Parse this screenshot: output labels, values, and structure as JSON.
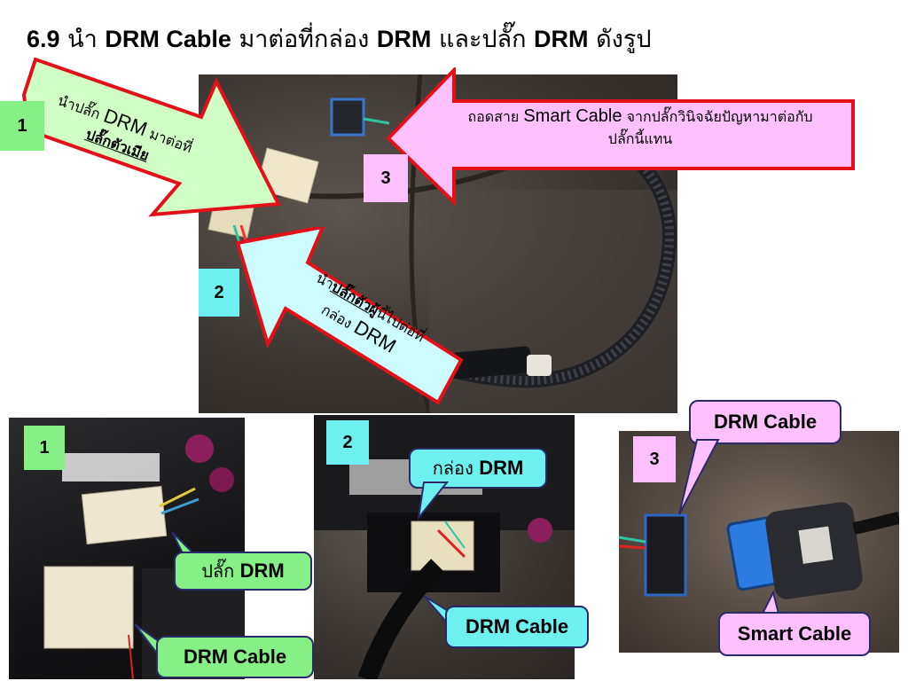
{
  "title": {
    "number": "6.9",
    "w1": "นำ",
    "drm_cable": "DRM Cable",
    "w2": "มาต่อที่กล่อง",
    "drm1": "DRM",
    "w3": "และปลั๊ก",
    "drm2": "DRM",
    "w4": "ดังรูป"
  },
  "main_photo": {
    "step1": {
      "number": "1",
      "line1_pre": "นำปลั๊ก",
      "line1_big": "DRM",
      "line1_post": "มาต่อที่",
      "line2": "ปลั๊กตัวเมีย"
    },
    "step2": {
      "number": "2",
      "line1_pre": "นำ",
      "line1_u": "ปลั๊กตัวผู้",
      "line1_post": "นี้ไปต่อที่",
      "line2_pre": "กล่อง",
      "line2_big": "DRM"
    },
    "step3": {
      "number": "3",
      "line1_pre": "ถอดสาย",
      "line1_big": "Smart Cable",
      "line1_post": "จากปลั๊กวินิจฉัยปัญหามาต่อกับ",
      "line2": "ปลั๊กนี้แทน"
    }
  },
  "photo1": {
    "number": "1",
    "plug_label_pre": "ปลั๊ก",
    "plug_label_big": "DRM",
    "cable_label": "DRM Cable"
  },
  "photo2": {
    "number": "2",
    "box_label_pre": "กล่อง",
    "box_label_big": "DRM",
    "cable_label": "DRM Cable"
  },
  "photo3": {
    "number": "3",
    "drm_cable_label": "DRM Cable",
    "smart_cable_label": "Smart Cable"
  },
  "colors": {
    "green_label": "#86f086",
    "pink_label": "#ffc0ff",
    "cyan_label": "#6ef0f0",
    "arrow_border": "#e3101a"
  }
}
